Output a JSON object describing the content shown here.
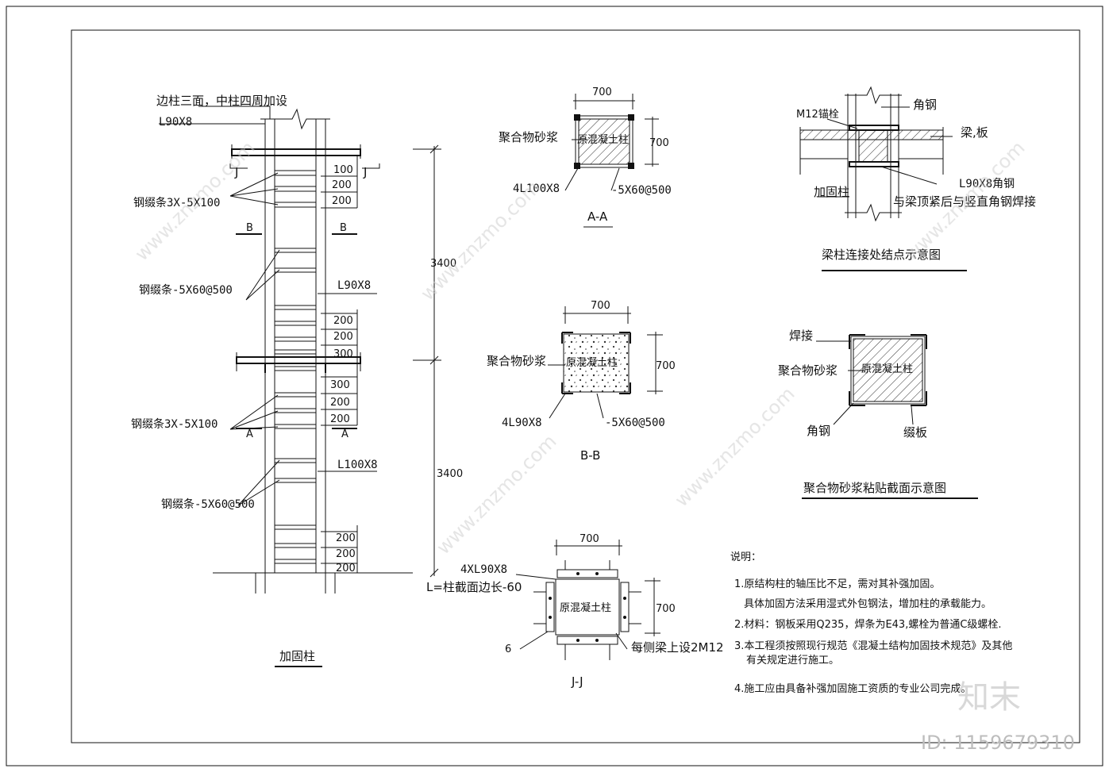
{
  "elevation": {
    "top_note": "边柱三面，中柱四周加设",
    "top_angle": "L90X8",
    "section_j": "J",
    "section_b": "B",
    "section_a": "A",
    "batten_upper_1": "钢缀条3X-5X100",
    "batten_upper_2": "钢缀条-5X60@500",
    "batten_lower_1": "钢缀条3X-5X100",
    "batten_lower_2": "钢缀条-5X60@500",
    "angle_upper": "L90X8",
    "angle_lower": "L100X8",
    "dim_100": "100",
    "dim_200": "200",
    "dim_300": "300",
    "height_upper": "3400",
    "height_lower": "3400",
    "caption": "加固柱"
  },
  "section_aa": {
    "width": "700",
    "height": "700",
    "mortar": "聚合物砂浆",
    "concrete": "原混凝土柱",
    "angle": "4L100X8",
    "plate": "-5X60@500",
    "caption": "A-A"
  },
  "section_bb": {
    "width": "700",
    "height": "700",
    "mortar": "聚合物砂浆",
    "concrete": "原混凝土柱",
    "angle": "4L90X8",
    "plate": "-5X60@500",
    "caption": "B-B"
  },
  "section_jj": {
    "width": "700",
    "height": "700",
    "angle": "4XL90X8",
    "length_note": "L=柱截面边长-60",
    "concrete": "原混凝土柱",
    "weld": "6",
    "bolt_note": "每侧梁上设2M12",
    "caption": "J-J"
  },
  "joint_detail": {
    "anchor": "M12锚栓",
    "angle": "角钢",
    "beam": "梁,板",
    "angle_note": "L90X8角钢",
    "weld_note": "与梁顶紧后与竖直角钢焊接",
    "column": "加固柱",
    "caption": "梁柱连接处结点示意图"
  },
  "mortar_detail": {
    "weld": "焊接",
    "mortar": "聚合物砂浆",
    "concrete": "原混凝土柱",
    "angle": "角钢",
    "plate": "缀板",
    "caption": "聚合物砂浆粘贴截面示意图"
  },
  "notes": {
    "title": "说明：",
    "line1": "1.原结构柱的轴压比不足，需对其补强加固。",
    "line2": "具体加固方法采用湿式外包钢法，增加柱的承载能力。",
    "line3": "2.材料：钢板采用Q235，焊条为E43,螺栓为普通C级螺栓.",
    "line4": "3.本工程须按照现行规范《混凝土结构加固技术规范》及其他",
    "line5": "有关规定进行施工。",
    "line6": "4.施工应由具备补强加固施工资质的专业公司完成。"
  },
  "watermark": {
    "brand": "知末",
    "id": "ID: 1159679310",
    "site": "www.znzmo.com"
  }
}
